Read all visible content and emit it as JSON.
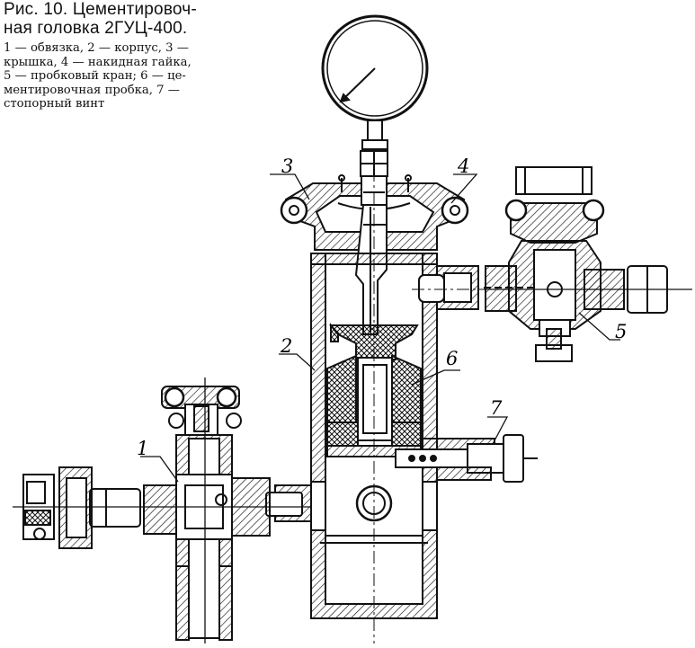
{
  "caption": {
    "title_line1": "Рис. 10. Цементировоч-",
    "title_line2": "ная головка 2ГУЦ-400.",
    "legend_lines": [
      "1 — обвязка, 2 — корпус, 3 —",
      "крышка, 4 — накидная гайка,",
      "5 — пробковый кран; 6 — це-",
      "ментировочная пробка, 7 —",
      "стопорный винт"
    ]
  },
  "callouts": {
    "c1": "1",
    "c2": "2",
    "c3": "3",
    "c4": "4",
    "c5": "5",
    "c6": "6",
    "c7": "7"
  },
  "colors": {
    "ink": "#111111",
    "paper": "#ffffff"
  }
}
